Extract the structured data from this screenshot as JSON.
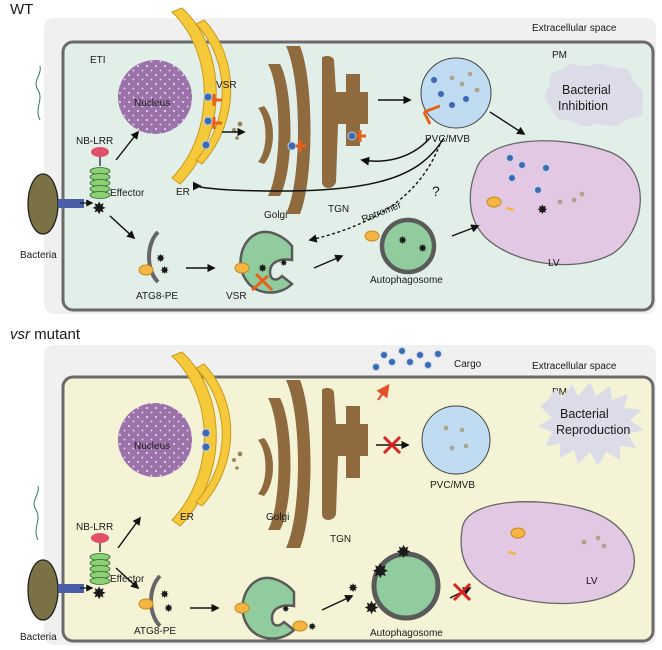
{
  "wt": {
    "title": "WT",
    "extracellular": "Extracellular space",
    "pm": "PM",
    "eti": "ETI",
    "nucleus": "Nucleus",
    "vsr_top": "VSR",
    "golgi": "Golgi",
    "tgn": "TGN",
    "pvc": "PVC/MVB",
    "inhibition_1": "Bacterial",
    "inhibition_2": "Inhibition",
    "nblrr": "NB-LRR",
    "effector": "Effector",
    "er": "ER",
    "retromer": "Retromer",
    "question": "?",
    "lv": "LV",
    "bacteria": "Bacteria",
    "atg8": "ATG8-PE",
    "vsr_bottom": "VSR",
    "autophagosome": "Autophagosome"
  },
  "mut": {
    "title_italic": "vsr",
    "title_rest": " mutant",
    "extracellular": "Extracellular space",
    "cargo": "Cargo",
    "pm": "PM",
    "nucleus": "Nucleus",
    "reproduction_1": "Bacterial",
    "reproduction_2": "Reproduction",
    "golgi": "Golgi",
    "tgn": "TGN",
    "pvc": "PVC/MVB",
    "nblrr": "NB-LRR",
    "effector": "Effector",
    "er": "ER",
    "lv": "LV",
    "bacteria": "Bacteria",
    "atg8": "ATG8-PE",
    "autophagosome": "Autophagosome"
  },
  "colors": {
    "wt_cell": "#e1efe8",
    "mut_cell": "#f4f3d6",
    "extracellular": "#f0f0f1",
    "nucleus": "#9b72aa",
    "er": "#f6c93b",
    "golgi": "#8e6a3e",
    "pvc": "#bfdcf3",
    "vacuole": "#e3c8e3",
    "vsr": "#e8601a",
    "autophagosome": "#91cc9e",
    "bacterium": "#7a7244",
    "nblrr": "#e0506a",
    "receptor": "#8ccf74"
  }
}
